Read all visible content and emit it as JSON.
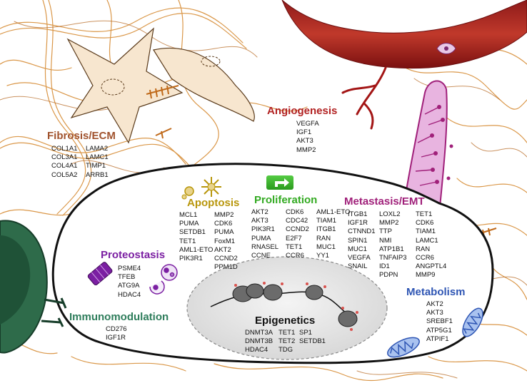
{
  "colors": {
    "fibrosis": "#a0522d",
    "angiogenesis": "#b22222",
    "apoptosis": "#b8960b",
    "proliferation": "#33aa22",
    "metastasis": "#a0207a",
    "proteostasis": "#7b1fa2",
    "immunomodulation": "#2e7d5b",
    "metabolism": "#2f56b4",
    "epigenetics": "#111111"
  },
  "fibrosis": {
    "title": "Fibrosis/ECM",
    "col1": [
      "COL1A1",
      "COL3A1",
      "COL4A1",
      "COL5A2"
    ],
    "col2": [
      "LAMA2",
      "LAMC1",
      "TIMP1",
      "ARRB1"
    ]
  },
  "angiogenesis": {
    "title": "Angiogenesis",
    "genes": [
      "VEGFA",
      "IGF1",
      "AKT3",
      "MMP2"
    ]
  },
  "apoptosis": {
    "title": "Apoptosis",
    "col1": [
      "MCL1",
      "PUMA",
      "SETDB1",
      "TET1",
      "AML1-ETO",
      "PIK3R1"
    ],
    "col2": [
      "MMP2",
      "CDK6",
      "PUMA",
      "FoxM1",
      "AKT2",
      "CCND2",
      "PPM1D"
    ]
  },
  "proliferation": {
    "title": "Proliferation",
    "col1": [
      "AKT2",
      "AKT3",
      "PIK3R1",
      "PUMA",
      "RNASEL",
      "CCNE"
    ],
    "col2": [
      "CDK6",
      "CDC42",
      "CCND2",
      "E2F7",
      "TET1",
      "CCR6"
    ],
    "col3": [
      "AML1-ETO",
      "TIAM1",
      "ITGB1",
      "RAN",
      "MUC1",
      "YY1"
    ]
  },
  "metastasis": {
    "title": "Metastasis/EMT",
    "col1": [
      "ITGB1",
      "IGF1R",
      "CTNND1",
      "SPIN1",
      "MUC1",
      "VEGFA",
      "SNAIL"
    ],
    "col2": [
      "LOXL2",
      "MMP2",
      "TTP",
      "NMI",
      "ATP1B1",
      "TNFAIP3",
      "ID1",
      "PDPN"
    ],
    "col3": [
      "TET1",
      "CDK6",
      "TIAM1",
      "LAMC1",
      "RAN",
      "CCR6",
      "ANGPTL4",
      "MMP9"
    ]
  },
  "proteostasis": {
    "title": "Proteostasis",
    "genes": [
      "PSME4",
      "TFEB",
      "ATG9A",
      "HDAC4"
    ]
  },
  "immunomodulation": {
    "title": "Immunomodulation",
    "genes": [
      "CD276",
      "IGF1R"
    ]
  },
  "metabolism": {
    "title": "Metabolism",
    "genes": [
      "AKT2",
      "AKT3",
      "SREBF1",
      "ATP5G1",
      "ATPIF1"
    ]
  },
  "epigenetics": {
    "title": "Epigenetics",
    "col1": [
      "DNMT3A",
      "DNMT3B",
      "HDAC4"
    ],
    "col2": [
      "TET1",
      "TET2",
      "TDG"
    ],
    "col3": [
      "SP1",
      "SETDB1"
    ]
  }
}
